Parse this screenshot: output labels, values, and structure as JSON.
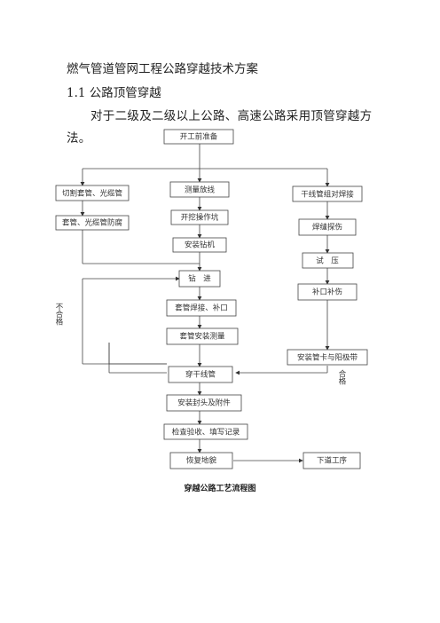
{
  "doc": {
    "title": "燃气管道管网工程公路穿越技术方案",
    "section": "1.1 公路顶管穿越",
    "paragraph": "对于二级及二级以上公路、高速公路采用顶管穿越方法。"
  },
  "flowchart": {
    "start": "开工前准备",
    "cut": "切割套管、光缆管",
    "anticorrosion": "套管、光缆管防腐",
    "survey": "测量放线",
    "pit": "开挖操作坑",
    "drill_install": "安装钻机",
    "drilling": "钻　进",
    "sleeve_weld": "套管焊接、补口",
    "sleeve_measure": "套管安装测量",
    "pipe_weld": "干线管组对焊接",
    "inspect": "焊缝探伤",
    "pressure": "试　压",
    "patch": "补口补伤",
    "clamp": "安装管卡与阳极带",
    "through": "穿干线管",
    "seal": "安装封头及附件",
    "check": "检查验收、填写记录",
    "restore": "恢复地貌",
    "next": "下道工序",
    "fail_label": "不合格",
    "pass_label": "合格",
    "caption": "穿越公路工艺流程图"
  }
}
